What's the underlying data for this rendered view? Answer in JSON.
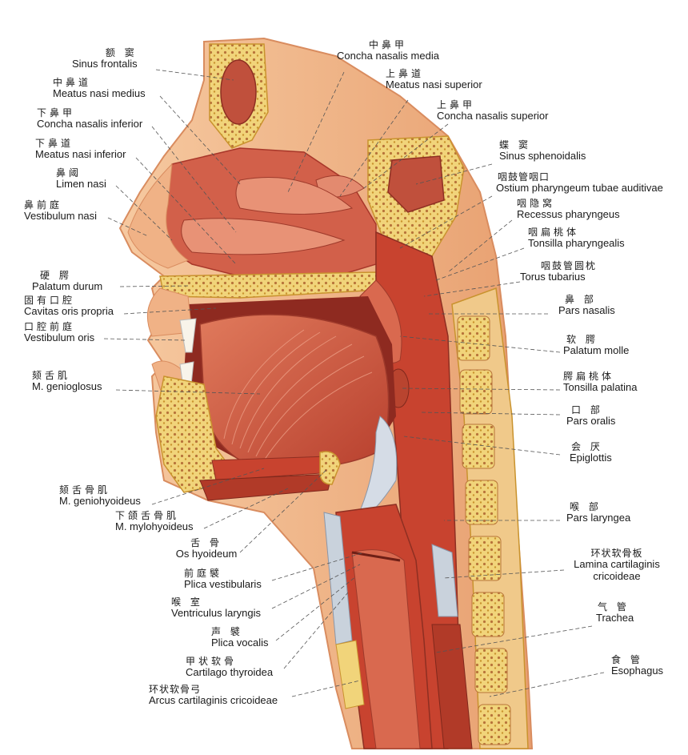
{
  "colors": {
    "bone": "#f1d47a",
    "bone_dark": "#c9932e",
    "marrow": "#b8743a",
    "mucosa": "#d2604a",
    "mucosa_dark": "#a8372a",
    "muscle": "#c8432f",
    "skin": "#f0b286",
    "cartilage": "#c9d2dc",
    "leader": "#555555"
  },
  "labels": {
    "sinus_frontalis": {
      "zh": "额  窦",
      "la": "Sinus frontalis"
    },
    "meatus_nasi_medius": {
      "zh": "中鼻道",
      "la": "Meatus nasi medius"
    },
    "concha_nasalis_inferior": {
      "zh": "下鼻甲",
      "la": "Concha nasalis inferior"
    },
    "meatus_nasi_inferior": {
      "zh": "下鼻道",
      "la": "Meatus nasi inferior"
    },
    "limen_nasi": {
      "zh": "鼻阈",
      "la": "Limen nasi"
    },
    "vestibulum_nasi": {
      "zh": "鼻前庭",
      "la": "Vestibulum nasi"
    },
    "palatum_durum": {
      "zh": "硬  腭",
      "la": "Palatum durum"
    },
    "cavitas_oris_propria": {
      "zh": "固有口腔",
      "la": "Cavitas oris propria"
    },
    "vestibulum_oris": {
      "zh": "口腔前庭",
      "la": "Vestibulum oris"
    },
    "m_genioglosus": {
      "zh": "颏舌肌",
      "la": "M. genioglosus"
    },
    "m_geniohyoideus": {
      "zh": "颏舌骨肌",
      "la": "M. geniohyoideus"
    },
    "m_mylohyoideus": {
      "zh": "下颌舌骨肌",
      "la": "M. mylohyoideus"
    },
    "os_hyoideum": {
      "zh": "舌  骨",
      "la": "Os hyoideum"
    },
    "plica_vestibularis": {
      "zh": "前庭襞",
      "la": "Plica vestibularis"
    },
    "ventriculus_laryngis": {
      "zh": "喉  室",
      "la": "Ventriculus laryngis"
    },
    "plica_vocalis": {
      "zh": "声  襞",
      "la": "Plica vocalis"
    },
    "cartilago_thyroidea": {
      "zh": "甲状软骨",
      "la": "Cartilago thyroidea"
    },
    "arcus_cartilaginis_cricoideae": {
      "zh": "环状软骨弓",
      "la": "Arcus cartilaginis cricoideae"
    },
    "concha_nasalis_media": {
      "zh": "中鼻甲",
      "la": "Concha nasalis media"
    },
    "meatus_nasi_superior": {
      "zh": "上鼻道",
      "la": "Meatus nasi superior"
    },
    "concha_nasalis_superior": {
      "zh": "上鼻甲",
      "la": "Concha nasalis superior"
    },
    "sinus_sphenoidalis": {
      "zh": "蝶  窦",
      "la": "Sinus sphenoidalis"
    },
    "ostium_pharyngeum": {
      "zh": "咽鼓管咽口",
      "la": "Ostium pharyngeum tubae auditivae"
    },
    "recessus_pharyngeus": {
      "zh": "咽隐窝",
      "la": "Recessus pharyngeus"
    },
    "tonsilla_pharyngealis": {
      "zh": "咽扁桃体",
      "la": "Tonsilla pharyngealis"
    },
    "torus_tubarius": {
      "zh": "咽鼓管圆枕",
      "la": "Torus tubarius"
    },
    "pars_nasalis": {
      "zh": "鼻  部",
      "la": "Pars nasalis"
    },
    "palatum_molle": {
      "zh": "软  腭",
      "la": "Palatum molle"
    },
    "tonsilla_palatina": {
      "zh": "腭扁桃体",
      "la": "Tonsilla palatina"
    },
    "pars_oralis": {
      "zh": "口  部",
      "la": "Pars oralis"
    },
    "epiglottis": {
      "zh": "会  厌",
      "la": "Epiglottis"
    },
    "pars_laryngea": {
      "zh": "喉  部",
      "la": "Pars laryngea"
    },
    "lamina_cartilaginis_cricoideae": {
      "zh": "环状软骨板",
      "la": "Lamina cartilaginis",
      "la2": "cricoideae"
    },
    "trachea": {
      "zh": "气  管",
      "la": "Trachea"
    },
    "esophagus": {
      "zh": "食  管",
      "la": "Esophagus"
    }
  }
}
